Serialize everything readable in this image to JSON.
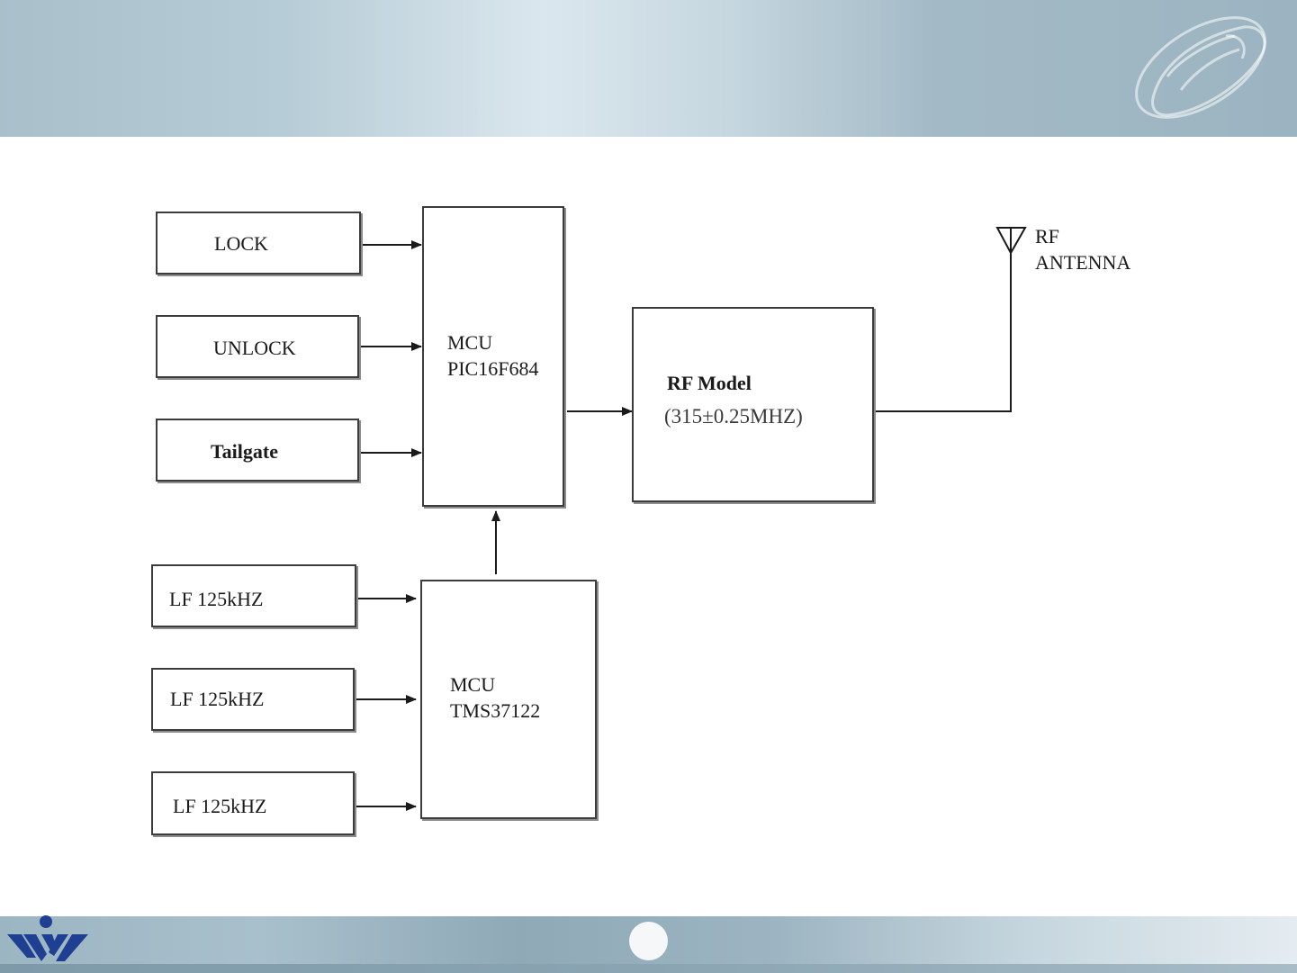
{
  "diagram": {
    "inputs_top": [
      "LOCK",
      "UNLOCK",
      "Tailgate"
    ],
    "inputs_bottom": [
      "LF 125kHZ",
      "LF 125kHZ",
      "LF 125kHZ"
    ],
    "mcu_top": {
      "line1": "MCU",
      "line2": "PIC16F684"
    },
    "mcu_bottom": {
      "line1": "MCU",
      "line2": "TMS37122"
    },
    "rf_model": {
      "line1": "RF Model",
      "line2": "(315±0.25MHZ)"
    },
    "antenna": {
      "line1": "RF",
      "line2": "ANTENNA"
    }
  },
  "theme": {
    "header_color": "#a9c0cb",
    "footer_color": "#9cb5c2",
    "logo_color": "#1f3f93"
  },
  "icons": {
    "header_logo": "car-outline-icon",
    "footer_logo": "company-logo-icon",
    "antenna": "antenna-icon"
  }
}
